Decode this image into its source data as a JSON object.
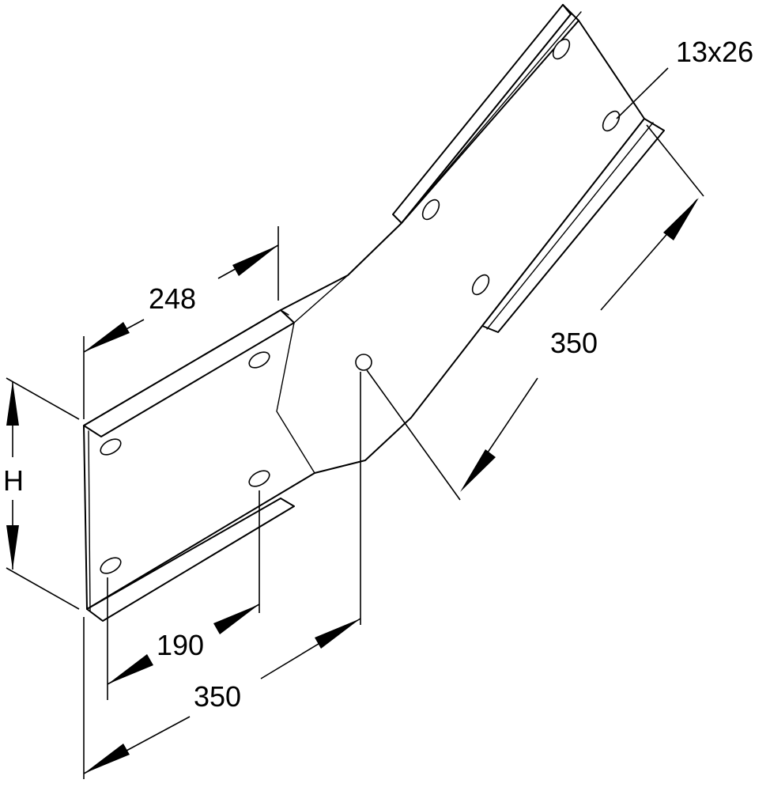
{
  "dimensions": {
    "left_width": "248",
    "right_length": "350",
    "mount_spacing": "190",
    "bottom_length": "350",
    "height": "H",
    "slot_size": "13x26"
  }
}
